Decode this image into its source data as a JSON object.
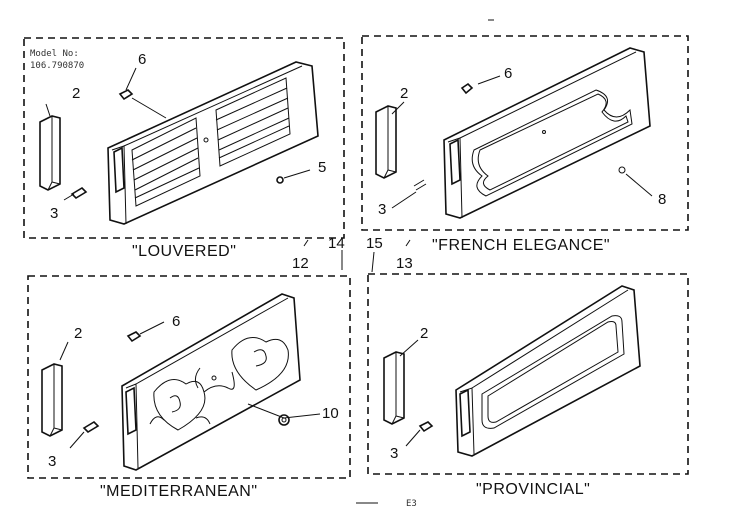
{
  "model": {
    "line1": "Model No:",
    "line2": "106.790870"
  },
  "panels": {
    "louvered": {
      "title": "\"LOUVERED\"",
      "callouts": [
        "6",
        "2",
        "3",
        "5"
      ]
    },
    "french_elegance": {
      "title": "\"FRENCH ELEGANCE\"",
      "callouts": [
        "6",
        "2",
        "3",
        "8"
      ]
    },
    "mediterranean": {
      "title": "\"MEDITERRANEAN\"",
      "callouts": [
        "6",
        "2",
        "3",
        "10"
      ]
    },
    "provincial": {
      "title": "\"PROVINCIAL\"",
      "callouts": [
        "2",
        "3"
      ]
    }
  },
  "between_callouts": [
    "12",
    "14",
    "15",
    "13"
  ],
  "footer": {
    "page_ref": "E3"
  }
}
